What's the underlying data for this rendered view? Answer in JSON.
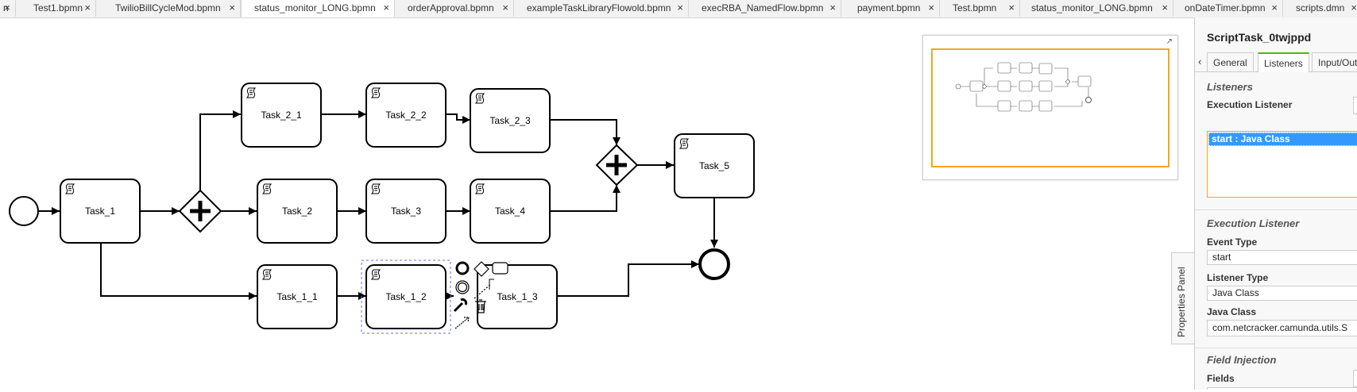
{
  "tabs": [
    {
      "label": "n"
    },
    {
      "label": "Test1.bpmn"
    },
    {
      "label": "TwilioBillCycleMod.bpmn"
    },
    {
      "label": "status_monitor_LONG.bpmn",
      "active": true
    },
    {
      "label": "orderApproval.bpmn"
    },
    {
      "label": "exampleTaskLibraryFlowold.bpmn"
    },
    {
      "label": "execRBA_NamedFlow.bpmn"
    },
    {
      "label": "payment.bpmn"
    },
    {
      "label": "Test.bpmn"
    },
    {
      "label": "status_monitor_LONG.bpmn"
    },
    {
      "label": "onDateTimer.bpmn"
    },
    {
      "label": "scripts.dmn"
    }
  ],
  "close_glyph": "×",
  "diagram": {
    "tasks": {
      "task_1": "Task_1",
      "task_2_1": "Task_2_1",
      "task_2_2": "Task_2_2",
      "task_2_3": "Task_2_3",
      "task_2": "Task_2",
      "task_3": "Task_3",
      "task_4": "Task_4",
      "task_5": "Task_5",
      "task_1_1": "Task_1_1",
      "task_1_2": "Task_1_2",
      "task_1_3": "Task_1_3"
    },
    "selected_task": "Task_1_2"
  },
  "properties_panel": {
    "toggle_label": "Properties Panel",
    "element_id": "ScriptTask_0twjppd",
    "tabs": [
      "General",
      "Listeners",
      "Input/Out"
    ],
    "active_tab": "Listeners",
    "listeners_heading": "Listeners",
    "execution_listener_label": "Execution Listener",
    "listener_items": [
      "start : Java Class"
    ],
    "execution_listener_heading": "Execution Listener",
    "event_type_label": "Event Type",
    "event_type_value": "start",
    "listener_type_label": "Listener Type",
    "listener_type_value": "Java Class",
    "java_class_label": "Java Class",
    "java_class_value": "com.netcracker.camunda.utils.S",
    "field_injection_heading": "Field Injection",
    "fields_label": "Fields"
  },
  "colors": {
    "selection_accent": "#f5a623",
    "active_tab_accent": "#52b415",
    "list_selection": "#3399ff"
  }
}
